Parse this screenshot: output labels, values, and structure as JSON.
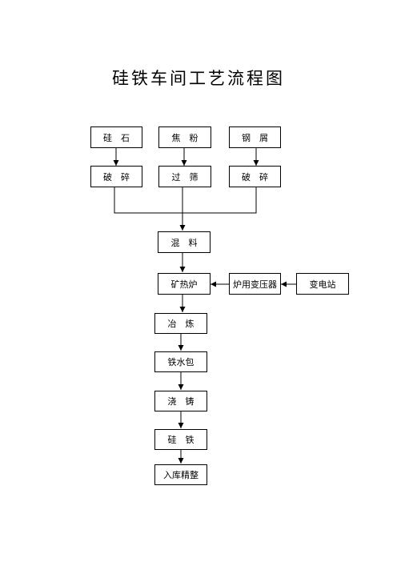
{
  "title": "硅铁车间工艺流程图",
  "nodes": {
    "silica": "硅　石",
    "coke": "焦　粉",
    "scrap": "钢　屑",
    "crush1": "破　碎",
    "sieve": "过　筛",
    "crush2": "破　碎",
    "mix": "混　料",
    "furnace": "矿热炉",
    "transformer": "炉用变压器",
    "substation": "变电站",
    "smelt": "冶　炼",
    "ladle": "铁水包",
    "cast": "浇　铸",
    "ferrosilicon": "硅　铁",
    "finish": "入库精整"
  },
  "edges": [
    [
      "silica",
      "crush1"
    ],
    [
      "coke",
      "sieve"
    ],
    [
      "scrap",
      "crush2"
    ],
    [
      "crush1",
      "mix"
    ],
    [
      "sieve",
      "mix"
    ],
    [
      "crush2",
      "mix"
    ],
    [
      "mix",
      "furnace"
    ],
    [
      "substation",
      "transformer"
    ],
    [
      "transformer",
      "furnace"
    ],
    [
      "furnace",
      "smelt"
    ],
    [
      "smelt",
      "ladle"
    ],
    [
      "ladle",
      "cast"
    ],
    [
      "cast",
      "ferrosilicon"
    ],
    [
      "ferrosilicon",
      "finish"
    ]
  ]
}
